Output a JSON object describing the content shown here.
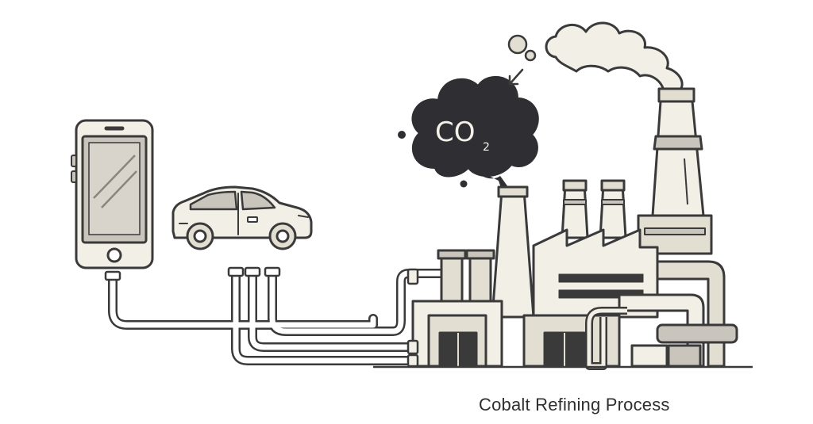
{
  "caption": "Cobalt Refining Process",
  "cloud": {
    "formula": "CO",
    "subscript": "2"
  },
  "icons": {
    "phone": "smartphone-icon",
    "car": "car-icon",
    "factory": "refinery-factory-icon",
    "emission": "co2-cloud-icon",
    "smoke": "white-smoke-icon",
    "arrow": "emission-arrow-icon"
  },
  "colors": {
    "outline": "#3a3a3a",
    "fill_light": "#f2efe6",
    "fill_mid": "#e3ded2",
    "fill_gray": "#c9c5bc",
    "cloud_dark": "#2f2f33",
    "pipe_light": "#ffffff"
  }
}
